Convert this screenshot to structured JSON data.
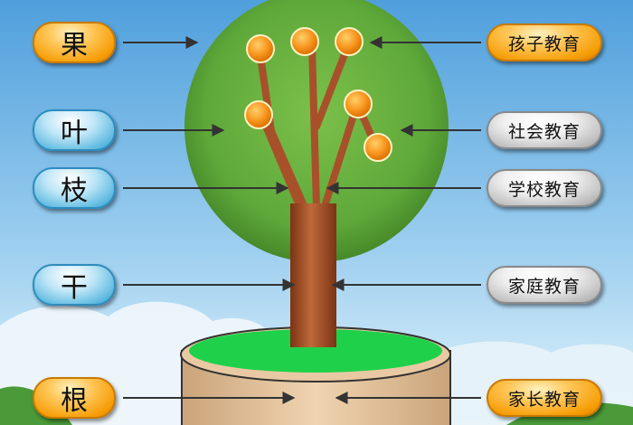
{
  "left_labels": [
    {
      "id": "fruit",
      "text": "果",
      "style": "orange"
    },
    {
      "id": "leaf",
      "text": "叶",
      "style": "blue"
    },
    {
      "id": "branch",
      "text": "枝",
      "style": "blue"
    },
    {
      "id": "trunk",
      "text": "干",
      "style": "blue"
    },
    {
      "id": "root",
      "text": "根",
      "style": "orange"
    }
  ],
  "right_labels": [
    {
      "id": "child-education",
      "text": "孩子教育",
      "style": "orange"
    },
    {
      "id": "social-education",
      "text": "社会教育",
      "style": "gray"
    },
    {
      "id": "school-education",
      "text": "学校教育",
      "style": "gray"
    },
    {
      "id": "family-education",
      "text": "家庭教育",
      "style": "gray"
    },
    {
      "id": "parent-education",
      "text": "家长教育",
      "style": "orange"
    }
  ],
  "colors": {
    "sky_top": "#5aa8e0",
    "sky_bottom": "#d8eefa",
    "crown": "#6ab040",
    "trunk": "#a8502a",
    "fruit": "#f7941d",
    "grass": "#1fd14a",
    "pot": "#e9c9a3",
    "arrow": "#333333"
  }
}
